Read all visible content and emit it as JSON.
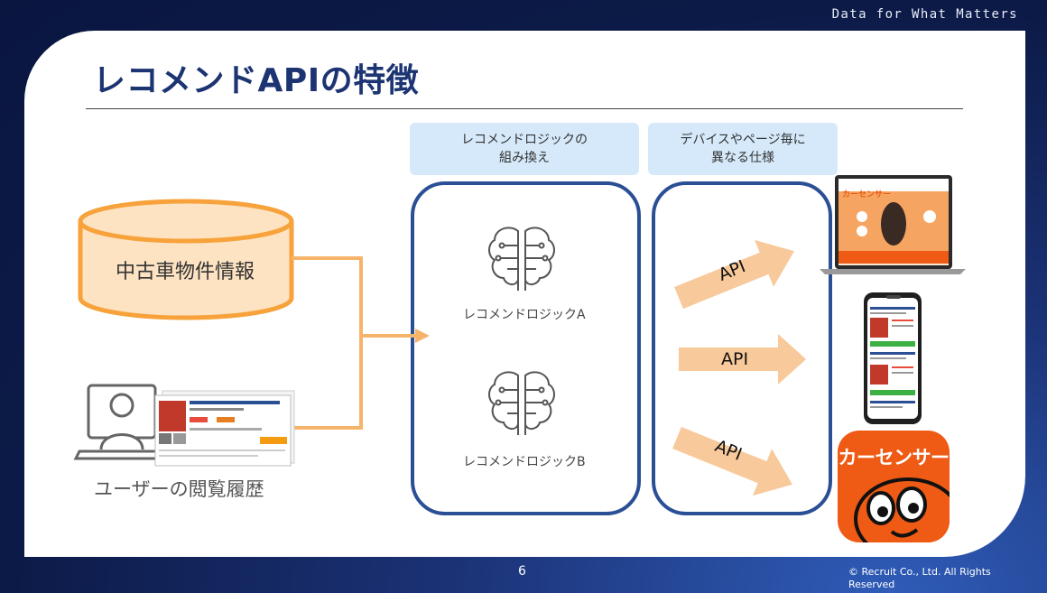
{
  "header": {
    "tagline": "Data for What Matters"
  },
  "slide": {
    "title": "レコメンドAPIの特徴",
    "page_number": "6",
    "copyright": "© Recruit Co., Ltd. All Rights Reserved"
  },
  "inputs": {
    "database_label": "中古車物件情報",
    "user_history_label": "ユーザーの閲覧履歴"
  },
  "columns": {
    "logic_header": "レコメンドロジックの\n組み換え",
    "device_header": "デバイスやページ毎に\n異なる仕様"
  },
  "logics": [
    {
      "label": "レコメンドロジックA"
    },
    {
      "label": "レコメンドロジックB"
    }
  ],
  "api_arrows": [
    {
      "label": "API"
    },
    {
      "label": "API"
    },
    {
      "label": "API"
    }
  ],
  "devices": {
    "app_name": "カーセンサー",
    "laptop_logo": "カーセンサー"
  },
  "colors": {
    "navy": "#1c3472",
    "box_border": "#2b4f95",
    "accent_orange": "#f7a23b",
    "arrow_fill": "#f8c99a",
    "header_fill": "#d6e9fa",
    "brand_orange": "#ef5a14"
  }
}
